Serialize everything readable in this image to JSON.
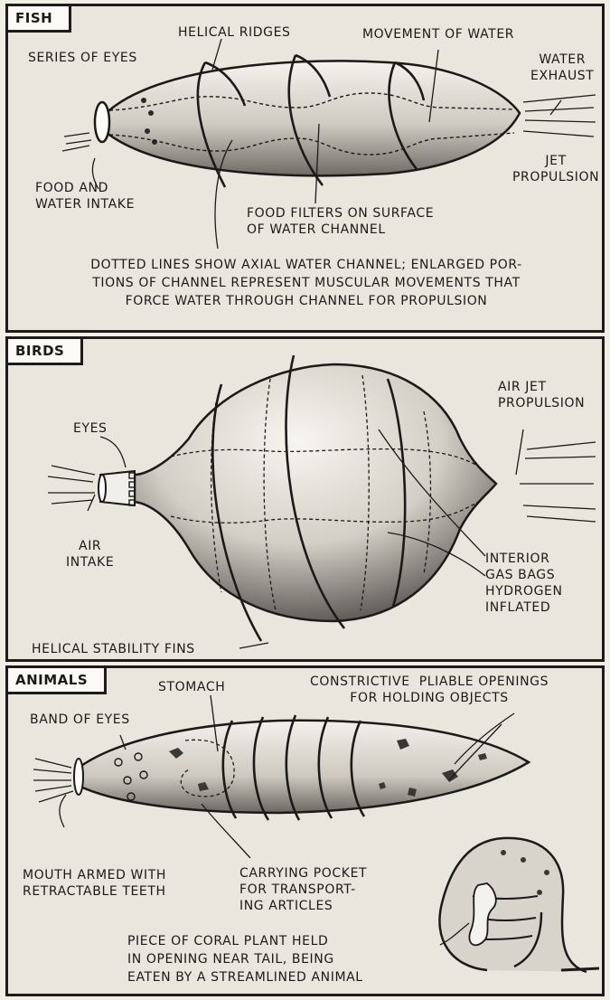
{
  "panels": {
    "fish": {
      "tag": "FISH",
      "labels": {
        "helical_ridges": "HELICAL RIDGES",
        "movement_of_water": "MOVEMENT OF WATER",
        "series_of_eyes": "SERIES OF EYES",
        "water_exhaust": "WATER\nEXHAUST",
        "jet_propulsion": "JET\nPROPULSION",
        "food_and_water_intake": "FOOD AND\nWATER INTAKE",
        "food_filters": "FOOD FILTERS ON SURFACE\nOF WATER CHANNEL"
      },
      "note": "DOTTED LINES SHOW AXIAL WATER CHANNEL; ENLARGED POR-\nTIONS OF CHANNEL REPRESENT MUSCULAR MOVEMENTS THAT\nFORCE WATER THROUGH CHANNEL FOR PROPULSION"
    },
    "birds": {
      "tag": "BIRDS",
      "labels": {
        "air_jet_propulsion": "AIR JET\nPROPULSION",
        "eyes": "EYES",
        "air_intake": "AIR\nINTAKE",
        "interior_gas_bags": "INTERIOR\nGAS BAGS\nHYDROGEN\nINFLATED",
        "helical_stability_fins": "HELICAL STABILITY FINS"
      }
    },
    "animals": {
      "tag": "ANIMALS",
      "labels": {
        "stomach": "STOMACH",
        "constrictive_openings": "CONSTRICTIVE  PLIABLE OPENINGS\nFOR HOLDING OBJECTS",
        "band_of_eyes": "BAND OF EYES",
        "mouth": "MOUTH ARMED WITH\nRETRACTABLE TEETH",
        "carrying_pocket": "CARRYING POCKET\nFOR TRANSPORT-\nING ARTICLES",
        "coral_note": "PIECE OF CORAL PLANT HELD\nIN OPENING NEAR TAIL, BEING\nEATEN BY A STREAMLINED ANIMAL"
      }
    }
  },
  "colors": {
    "ink": "#1b1a18",
    "paper": "#e9e6de",
    "shade": "#8a8780"
  }
}
